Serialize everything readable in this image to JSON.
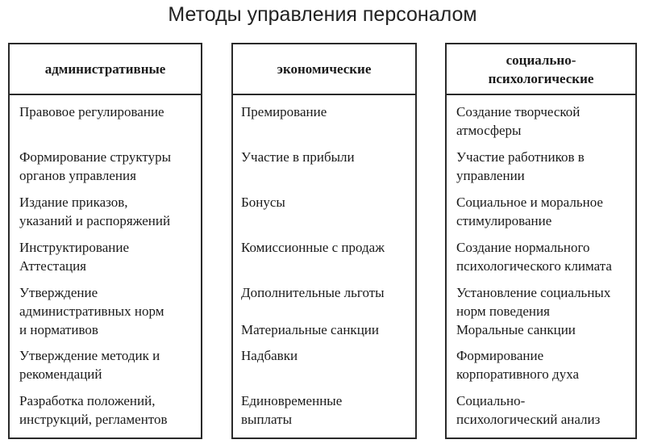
{
  "title": "Методы управления персоналом",
  "columns": [
    {
      "header": "административные",
      "items": [
        "Правовое регулирование",
        "Формирование структуры\nорганов управления",
        "Издание приказов,\nуказаний и распоряжений",
        "Инструктирование\nАттестация",
        "Утверждение\nадминистративных норм\nи нормативов",
        "Утверждение методик и\nрекомендаций",
        "Разработка положений,\nинструкций, регламентов"
      ]
    },
    {
      "header": "экономические",
      "items": [
        "Премирование",
        "Участие в прибыли",
        "Бонусы",
        "Комиссионные с продаж",
        "Дополнительные льготы",
        "Материальные санкции",
        "Надбавки",
        "Единовременные\nвыплаты"
      ]
    },
    {
      "header": "социально-\nпсихологические",
      "items": [
        "Создание творческой\nатмосферы",
        "Участие работников в\nуправлении",
        "Социальное и моральное\nстимулирование",
        "Создание нормального\nпсихологического климата",
        "Установление социальных\nнорм поведения\nМоральные санкции",
        "Формирование\nкорпоративного духа",
        "Социально-\nпсихологический анализ"
      ]
    }
  ]
}
